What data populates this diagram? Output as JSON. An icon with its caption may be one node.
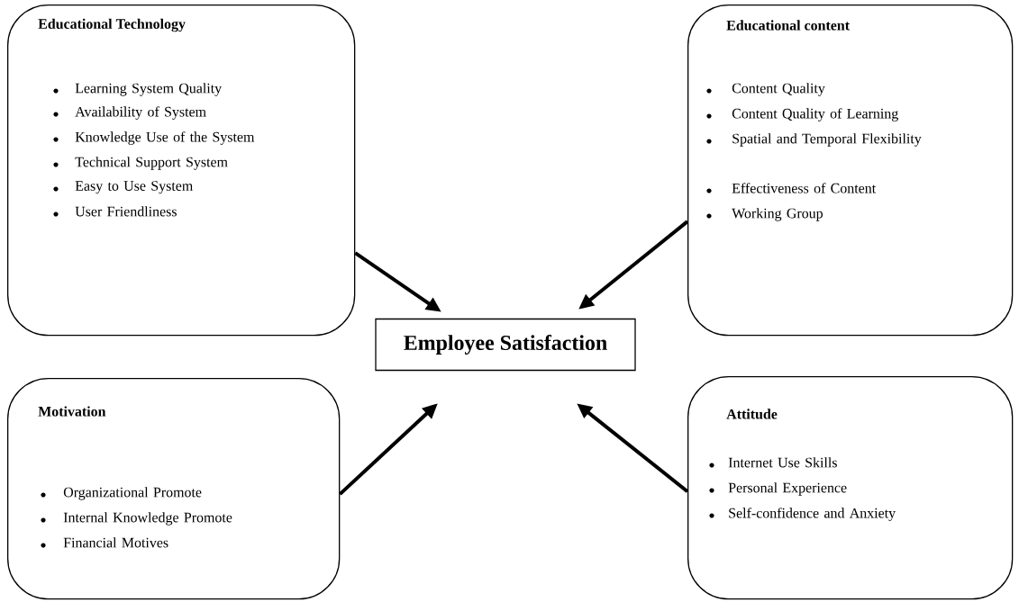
{
  "diagram": {
    "nodes": [
      {
        "text": [
          "Educational Technology",
          "Learning System Quality",
          "Availability of System",
          "Knowledge Use of the System",
          "Technical Support System",
          "Easy to Use System",
          "User Friendliness"
        ]
      },
      {
        "text": [
          "Educational content",
          "Content Quality",
          "Content Quality of Learning",
          "Spatial and Temporal Flexibility",
          "Effectiveness of Content",
          "Working Group"
        ]
      },
      {
        "text": [
          "Employee Satisfaction"
        ]
      },
      {
        "text": [
          "Motivation",
          "Organizational Promote",
          "Internal Knowledge Promote",
          "Financial Motives"
        ]
      },
      {
        "text": [
          "Attitude",
          "Internet Use Skills",
          "Personal Experience",
          "Self-confidence and Anxiety"
        ]
      }
    ],
    "edges": [
      {
        "from": 0,
        "to": 2,
        "arrow": "to"
      },
      {
        "from": 1,
        "to": 2,
        "arrow": "to"
      },
      {
        "from": 3,
        "to": 2,
        "arrow": "to"
      },
      {
        "from": 4,
        "to": 2,
        "arrow": "to"
      }
    ]
  }
}
